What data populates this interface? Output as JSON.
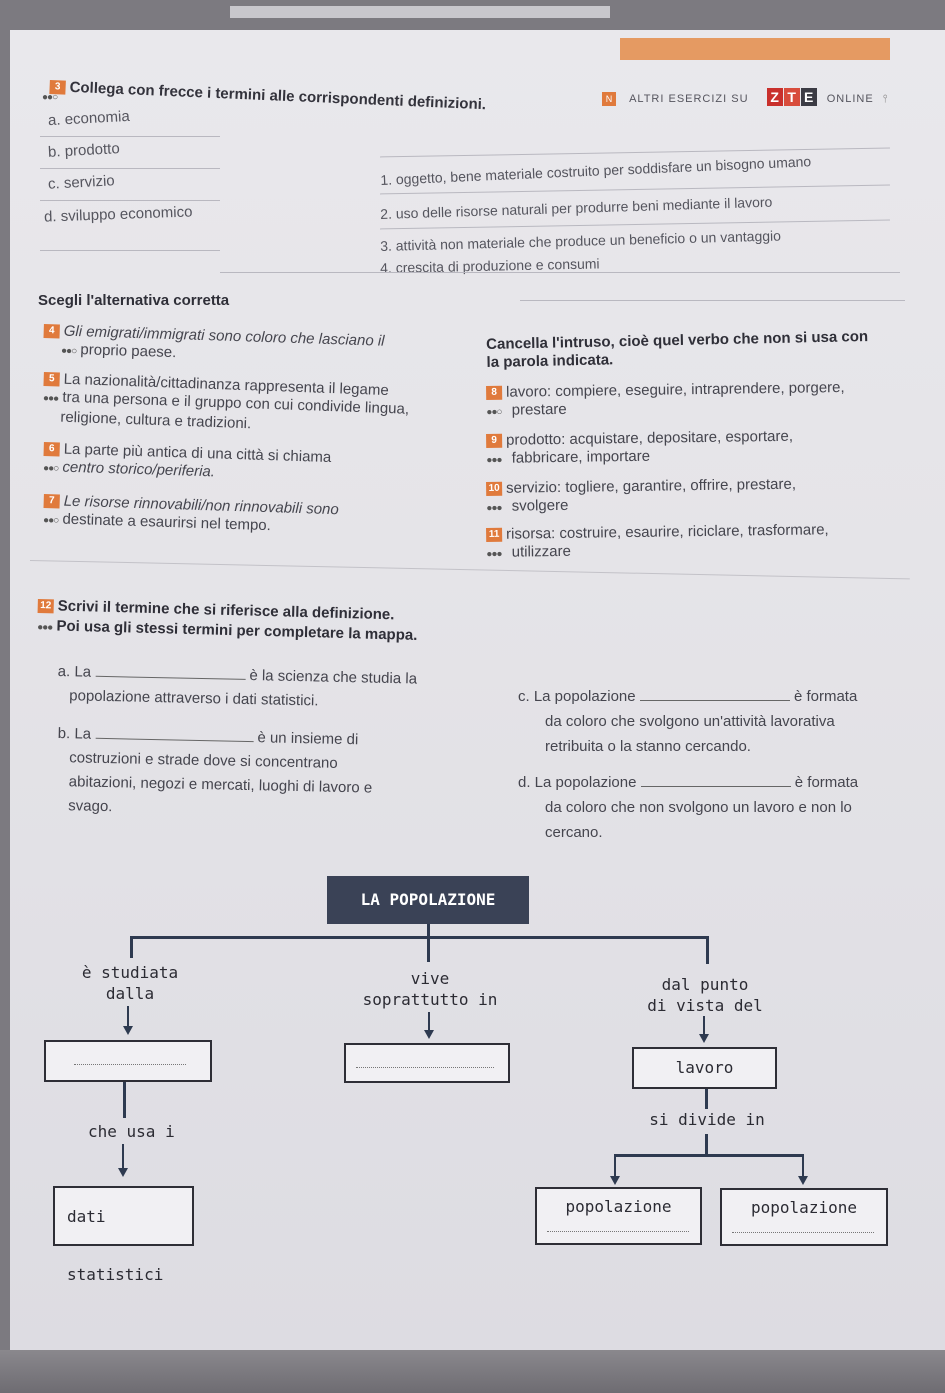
{
  "header": {
    "badge": "N",
    "altri_esercizi": "ALTRI ESERCIZI SU",
    "brand_letters": [
      "Z",
      "T",
      "E"
    ],
    "brand_suffix": "ONLINE"
  },
  "ex1": {
    "number": "3",
    "title": "Collega con frecce i termini alle corrispondenti definizioni.",
    "terms": [
      "a. economia",
      "b. prodotto",
      "c. servizio",
      "d. sviluppo economico"
    ],
    "definitions": [
      "1. oggetto, bene materiale costruito per soddisfare un bisogno umano",
      "2. uso delle risorse naturali per produrre beni mediante il lavoro",
      "3. attività non materiale che produce un beneficio o un vantaggio",
      "4. crescita di produzione e consumi"
    ]
  },
  "ex2": {
    "heading": "Scegli l'alternativa corretta",
    "items": [
      {
        "number": "4",
        "line1": "Gli emigrati/immigrati sono coloro che lasciano il",
        "line2": "proprio paese."
      },
      {
        "number": "5",
        "line1": "La nazionalità/cittadinanza rappresenta il legame",
        "line2": "tra una persona e il gruppo con cui condivide lingua,",
        "line3": "religione, cultura e tradizioni."
      },
      {
        "number": "6",
        "line1": "La parte più antica di una città si chiama",
        "line2": "centro storico/periferia."
      },
      {
        "number": "7",
        "line1": "Le risorse rinnovabili/non rinnovabili sono",
        "line2": "destinate a esaurirsi nel tempo."
      }
    ]
  },
  "ex3": {
    "heading1": "Cancella l'intruso, cioè quel verbo che non si usa con",
    "heading2": "la parola indicata.",
    "items": [
      {
        "number": "8",
        "line1": "lavoro: compiere, eseguire, intraprendere, porgere,",
        "line2": "prestare"
      },
      {
        "number": "9",
        "line1": "prodotto: acquistare, depositare, esportare,",
        "line2": "fabbricare, importare"
      },
      {
        "number": "10",
        "line1": "servizio: togliere, garantire, offrire, prestare,",
        "line2": "svolgere"
      },
      {
        "number": "11",
        "line1": "risorsa: costruire, esaurire, riciclare, trasformare,",
        "line2": "utilizzare"
      }
    ]
  },
  "ex4": {
    "number": "12",
    "title1": "Scrivi il termine che si riferisce alla definizione.",
    "title2": "Poi usa gli stessi termini per completare la mappa.",
    "a": {
      "prefix": "a. La",
      "after": "è la scienza che studia la",
      "line2": "popolazione attraverso i dati statistici."
    },
    "b": {
      "prefix": "b. La",
      "after": "è un insieme di",
      "line2": "costruzioni e strade dove si concentrano",
      "line3": "abitazioni, negozi e mercati, luoghi di lavoro e",
      "line4": "svago."
    },
    "c": {
      "prefix": "c. La popolazione",
      "after": "è formata",
      "line2": "da coloro che svolgono un'attività lavorativa",
      "line3": "retribuita o la stanno cercando."
    },
    "d": {
      "prefix": "d. La popolazione",
      "after": "è formata",
      "line2": "da coloro che non svolgono un lavoro e non lo",
      "line3": "cercano."
    }
  },
  "map": {
    "title": "LA POPOLAZIONE",
    "left_label1": "è studiata",
    "left_label2": "dalla",
    "mid_label1": "vive",
    "mid_label2": "soprattutto in",
    "right_label1": "dal punto",
    "right_label2": "di vista del",
    "lavoro": "lavoro",
    "si_divide": "si divide in",
    "che_usa": "che usa i",
    "dati": "dati statistici",
    "pop_left": "popolazione",
    "pop_right": "popolazione"
  }
}
